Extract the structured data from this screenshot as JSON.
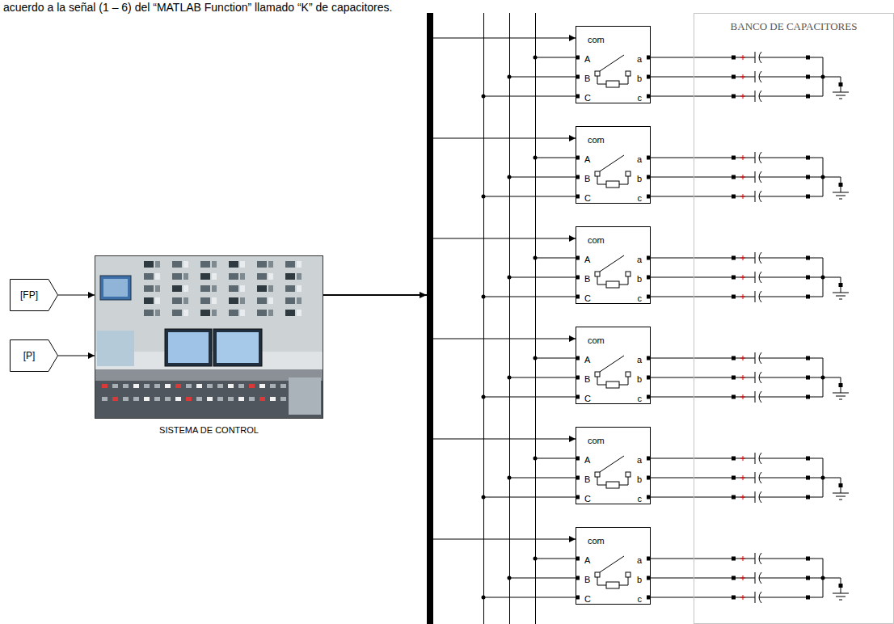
{
  "diagram": {
    "nodes": [
      {
        "text": [
          "[FP]"
        ]
      },
      {
        "text": [
          "[P]"
        ]
      },
      {
        "text": [
          "SISTEMA DE CONTROL"
        ]
      },
      {
        "text": [
          "com",
          "A",
          "B",
          "C",
          "a",
          "b",
          "c"
        ]
      },
      {
        "text": [
          "com",
          "A",
          "B",
          "C",
          "a",
          "b",
          "c"
        ]
      },
      {
        "text": [
          "com",
          "A",
          "B",
          "C",
          "a",
          "b",
          "c"
        ]
      },
      {
        "text": [
          "com",
          "A",
          "B",
          "C",
          "a",
          "b",
          "c"
        ]
      },
      {
        "text": [
          "com",
          "A",
          "B",
          "C",
          "a",
          "b",
          "c"
        ]
      },
      {
        "text": [
          "com",
          "A",
          "B",
          "C",
          "a",
          "b",
          "c"
        ]
      },
      {
        "text": [
          "BANCO DE CAPACITORES"
        ]
      }
    ],
    "edges": [
      {
        "from": 0,
        "to": 2,
        "arrow": "to"
      },
      {
        "from": 1,
        "to": 2,
        "arrow": "to"
      },
      {
        "from": 2,
        "to": 3,
        "arrow": "to"
      },
      {
        "from": 2,
        "to": 4,
        "arrow": "to"
      },
      {
        "from": 2,
        "to": 5,
        "arrow": "to"
      },
      {
        "from": 2,
        "to": 6,
        "arrow": "to"
      },
      {
        "from": 2,
        "to": 7,
        "arrow": "to"
      },
      {
        "from": 2,
        "to": 8,
        "arrow": "to"
      },
      {
        "from": 3,
        "to": 9,
        "arrow": "none"
      },
      {
        "from": 4,
        "to": 9,
        "arrow": "none"
      },
      {
        "from": 5,
        "to": 9,
        "arrow": "none"
      },
      {
        "from": 6,
        "to": 9,
        "arrow": "none"
      },
      {
        "from": 7,
        "to": 9,
        "arrow": "none"
      },
      {
        "from": 8,
        "to": 9,
        "arrow": "none"
      }
    ],
    "labels": [
      "acuerdo a la señal (1 – 6) del “MATLAB Function” llamado “K” de capacitores."
    ]
  }
}
